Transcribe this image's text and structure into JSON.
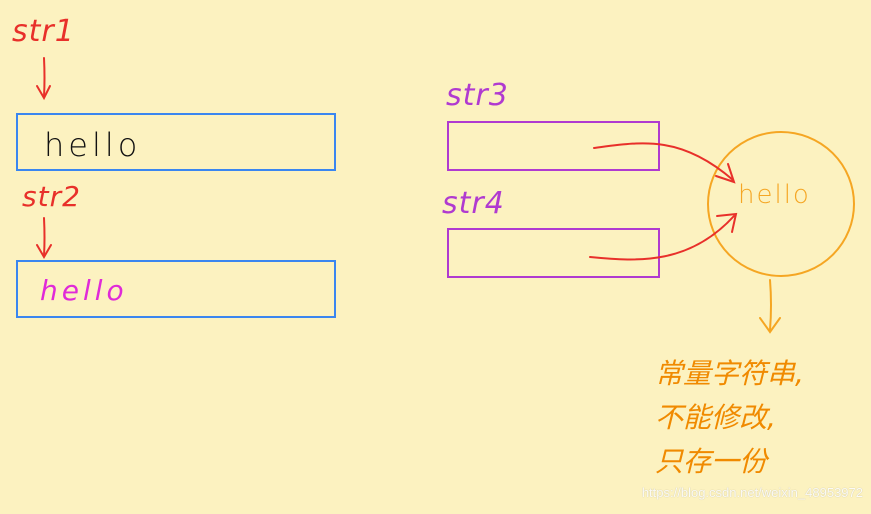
{
  "labels": {
    "str1": "str1",
    "str2": "str2",
    "str3": "str3",
    "str4": "str4"
  },
  "boxes": {
    "str1_value": "hello",
    "str2_value": "hello"
  },
  "constant_circle": {
    "text": "hello"
  },
  "note": {
    "lines": [
      "常量字符串,",
      "不能修改,",
      "只存一份"
    ]
  },
  "watermark": "https://blog.csdn.net/weixin_48953972",
  "colors": {
    "background": "#fcf2c0",
    "label_red": "#e8302a",
    "box_blue": "#3a86f0",
    "box_purple": "#b03ad0",
    "text_black": "#111111",
    "text_magenta": "#e02ad8",
    "orange": "#f5a623",
    "arrow_red": "#e8302a",
    "note_orange": "#f08a00"
  }
}
